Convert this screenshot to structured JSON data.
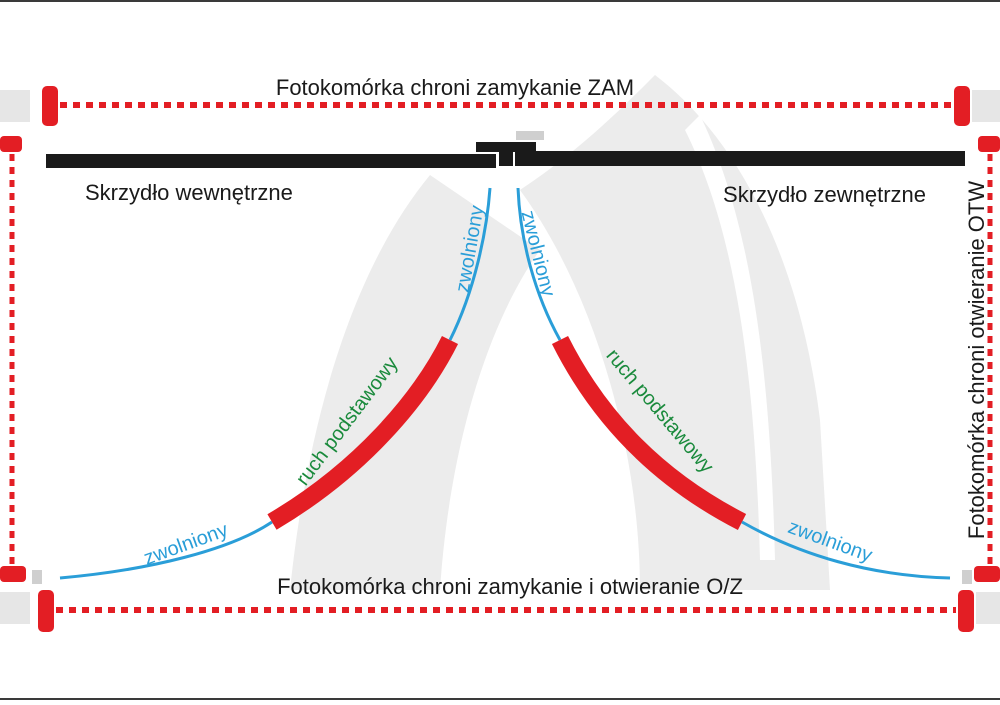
{
  "labels": {
    "photocell_top": "Fotokomórka chroni zamykanie ZAM",
    "photocell_bottom": "Fotokomórka chroni zamykanie i otwieranie O/Z",
    "photocell_right": "Fotokomórka chroni otwieranie OTW",
    "leaf_inner": "Skrzydło wewnętrzne",
    "leaf_outer": "Skrzydło zewnętrzne",
    "slow_left_upper": "zwolniony",
    "slow_left_lower": "zwolniony",
    "slow_right_upper": "zwolniony",
    "slow_right_lower": "zwolniony",
    "basic_left": "ruch podstawowy",
    "basic_right": "ruch podstawowy"
  },
  "colors": {
    "beam": "#e31e24",
    "slow_arc": "#2a9ed8",
    "basic_arc": "#e31e24",
    "basic_text": "#1a8a3c",
    "slow_text": "#2a9ed8",
    "leaf": "#1a1a1a",
    "watermark": "#ececec"
  }
}
